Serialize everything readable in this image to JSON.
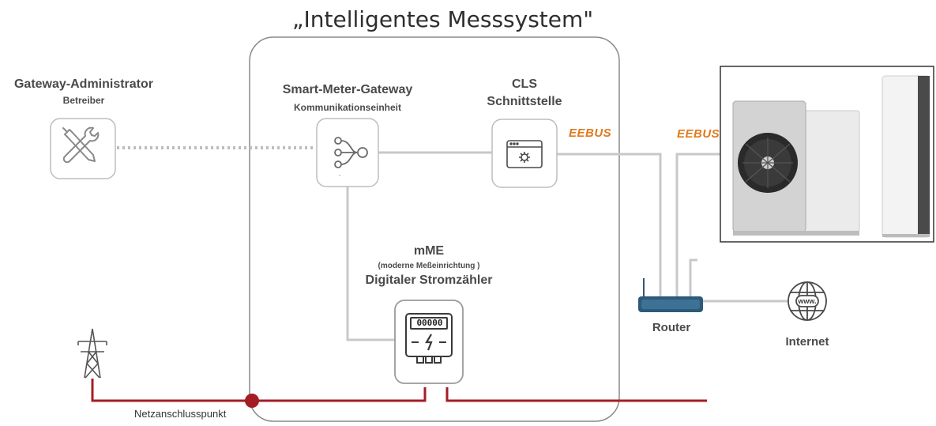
{
  "title": "„Intelligentes Messsystem\"",
  "gateway_admin": {
    "title": "Gateway-Administrator",
    "subtitle": "Betreiber"
  },
  "smgw": {
    "title": "Smart-Meter-Gateway",
    "subtitle": "Kommunikationseinheit"
  },
  "cls": {
    "line1": "CLS",
    "line2": "Schnittstelle"
  },
  "mme": {
    "line1": "mME",
    "line2": "(moderne Meßeinrichtung )",
    "line3": "Digitaler Stromzähler"
  },
  "meter_display": "00000",
  "eebus_left": "EEBUS",
  "eebus_right": "EEBUS",
  "router": "Router",
  "internet": "Internet",
  "www": "www.",
  "netzanschluss": "Netzanschlusspunkt",
  "colors": {
    "grid_line": "#a51d24",
    "box_border": "#7a7a7a",
    "eebus": "#e07a1f",
    "router_blue": "#2c5a78"
  }
}
